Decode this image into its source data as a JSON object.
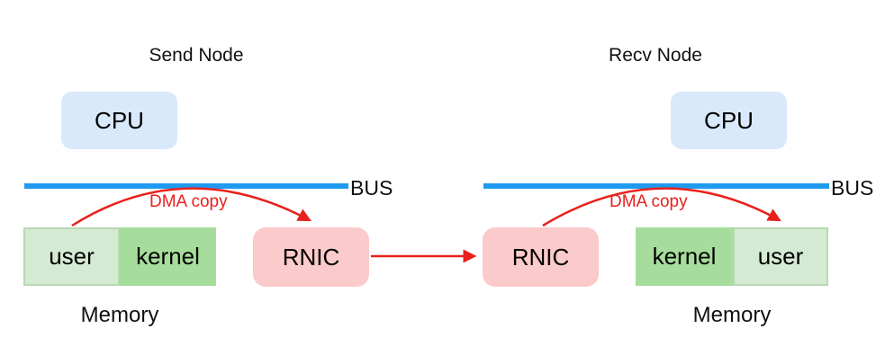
{
  "colors": {
    "cpu_fill": "#d9e9fb",
    "bus_blue": "#1e9bf0",
    "rnic_fill": "#fbcaca",
    "kernel_fill": "#a6dd9c",
    "user_fill": "#d5ead2",
    "user_border": "#b7d8b2",
    "arrow_red": "#e8211d"
  },
  "send_node": {
    "title": "Send Node",
    "cpu": "CPU",
    "bus": "BUS",
    "dma": "DMA copy",
    "rnic": "RNIC",
    "memory_label": "Memory",
    "memory_segments": [
      "user",
      "kernel"
    ]
  },
  "recv_node": {
    "title": "Recv Node",
    "cpu": "CPU",
    "bus": "BUS",
    "dma": "DMA copy",
    "rnic": "RNIC",
    "memory_label": "Memory",
    "memory_segments": [
      "kernel",
      "user"
    ]
  }
}
